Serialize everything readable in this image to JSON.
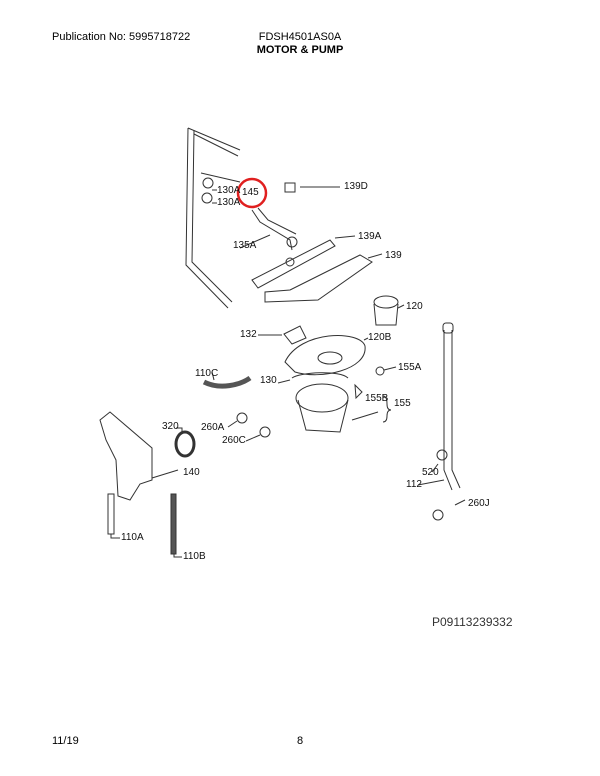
{
  "header": {
    "publication": "Publication No: 5995718722",
    "model": "FDSH4501AS0A",
    "section": "MOTOR & PUMP"
  },
  "footer": {
    "date": "11/19",
    "page": "8"
  },
  "diagram": {
    "code": "P09113239332",
    "highlight_color": "#e02020",
    "labels": {
      "l130a1": "130A",
      "l130a2": "130A",
      "l145": "145",
      "l139d": "139D",
      "l135a": "135A",
      "l139a": "139A",
      "l139": "139",
      "l120": "120",
      "l132": "132",
      "l120b": "120B",
      "l110c": "110C",
      "l130": "130",
      "l155a": "155A",
      "l155b": "155B",
      "l155": "155",
      "l320": "320",
      "l260a": "260A",
      "l260c": "260C",
      "l140": "140",
      "l520": "520",
      "l112": "112",
      "l260j": "260J",
      "l110a": "110A",
      "l110b": "110B"
    }
  }
}
